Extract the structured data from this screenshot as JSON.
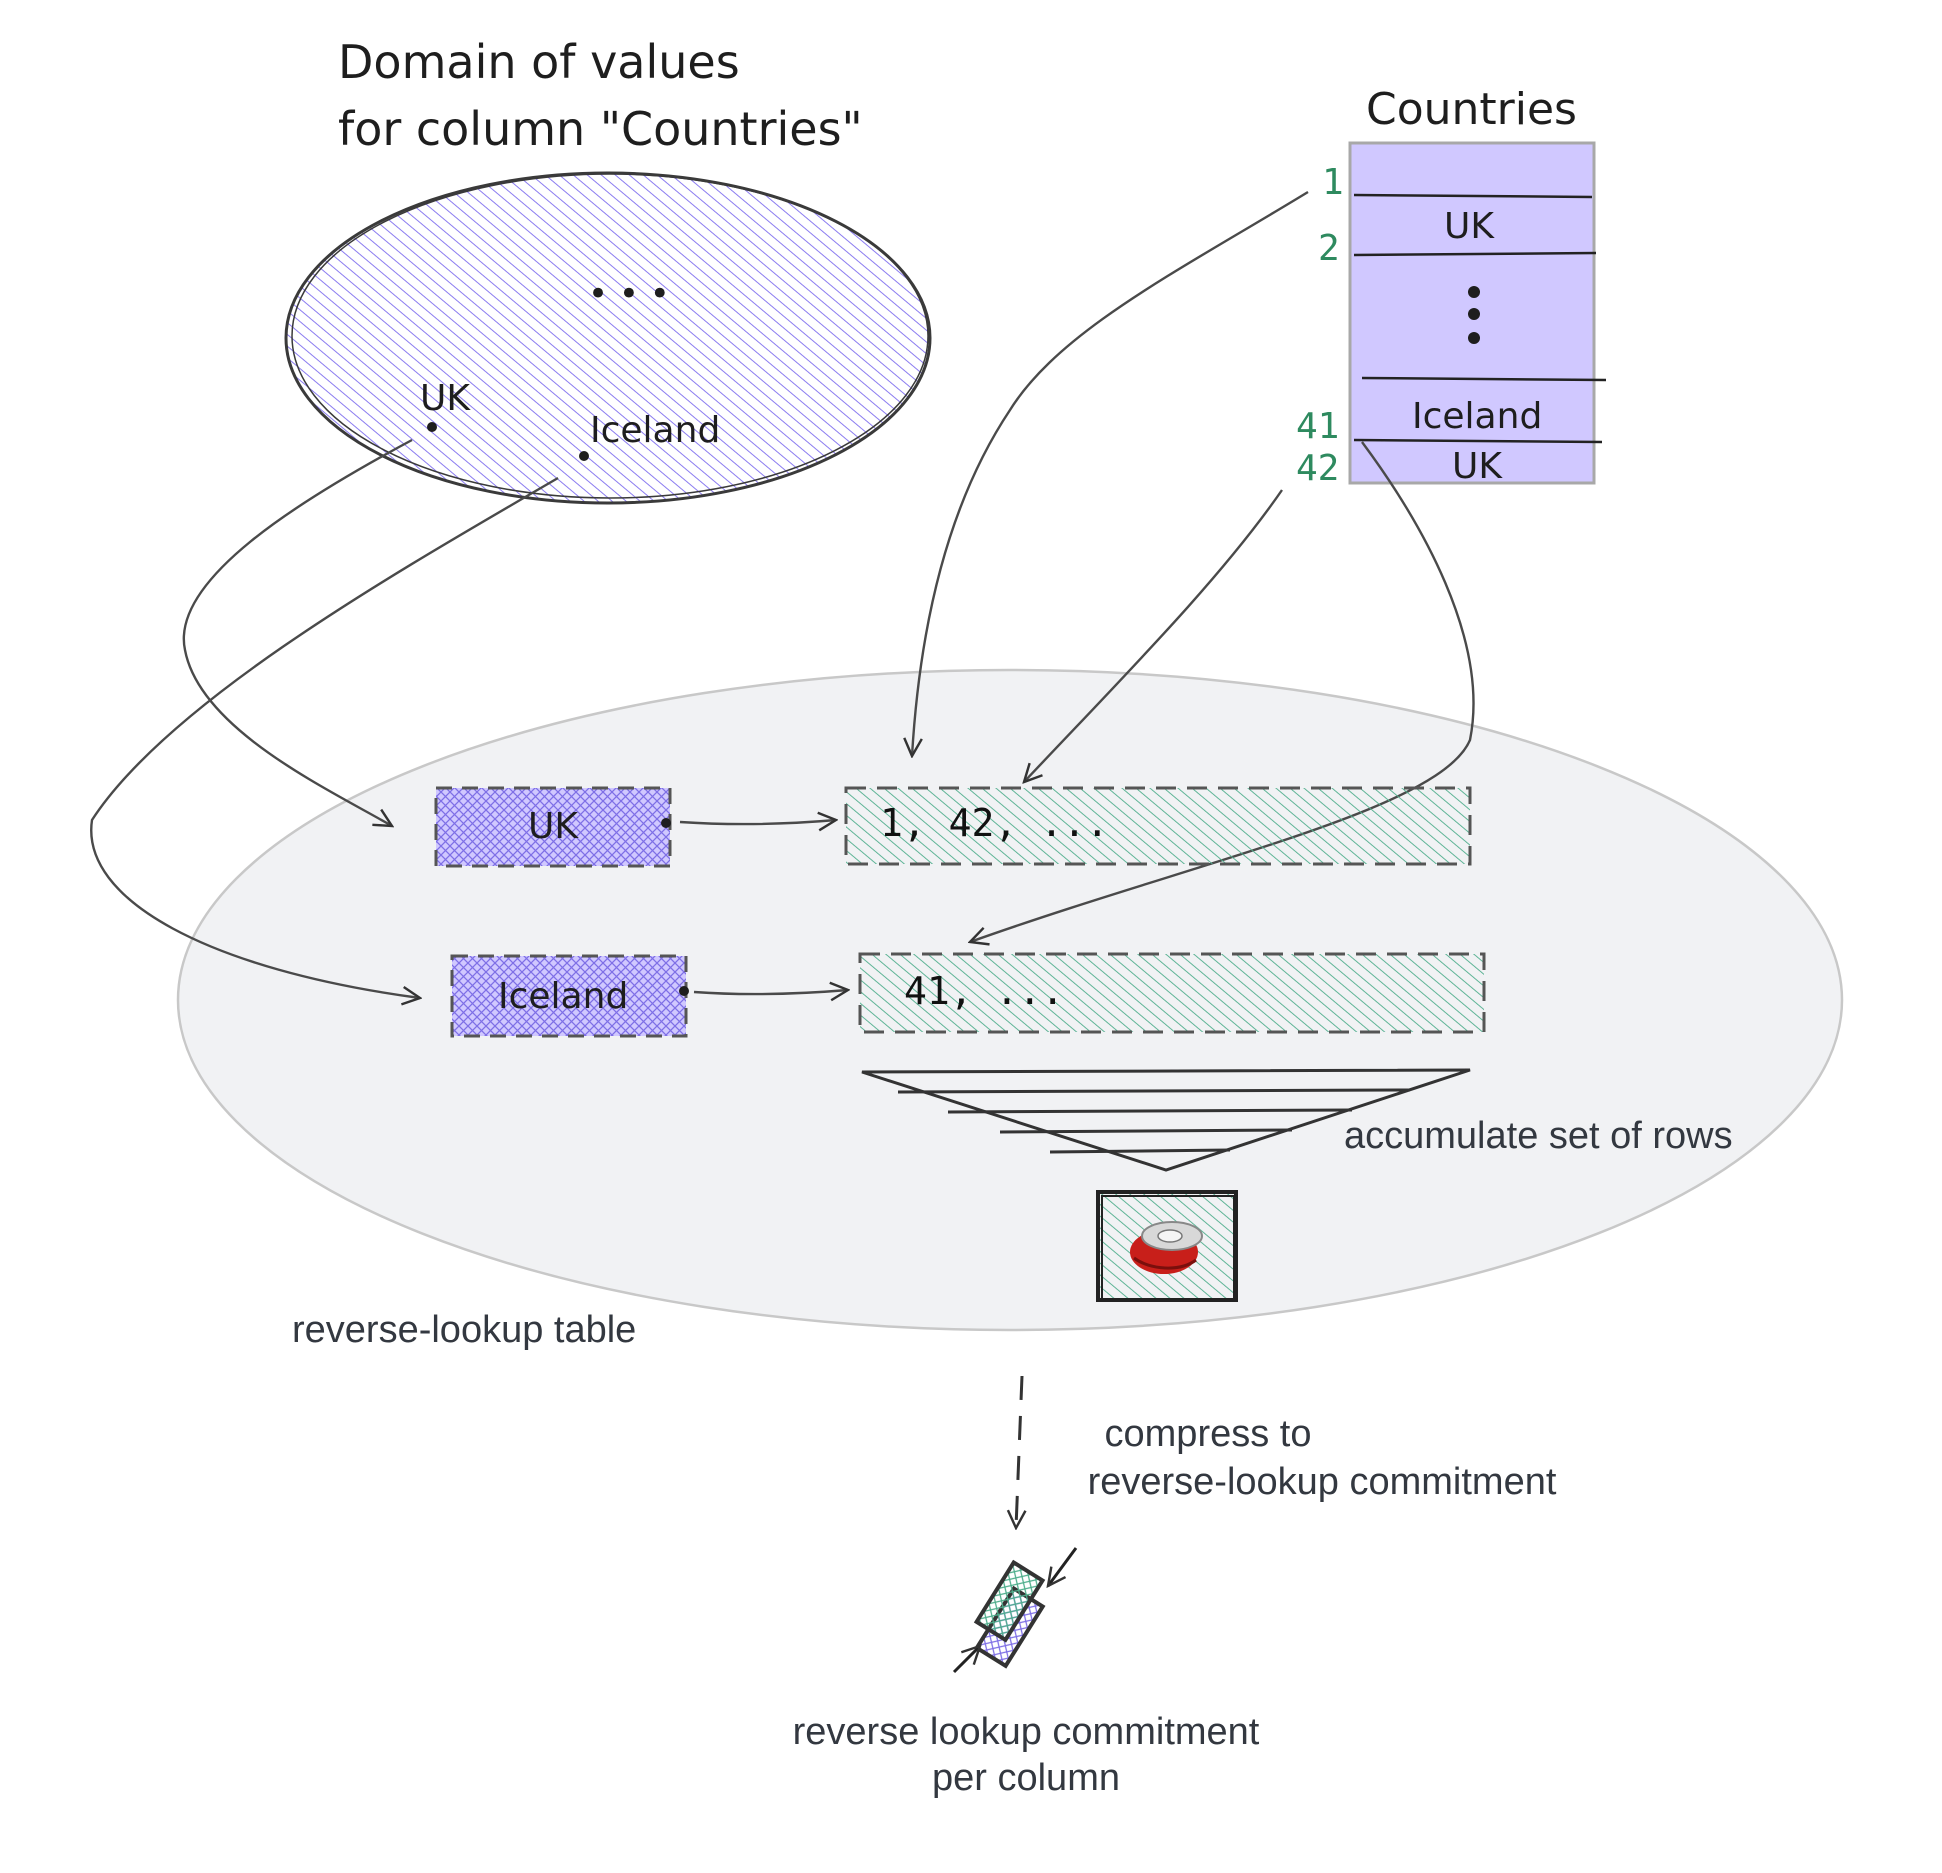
{
  "domain_title": {
    "line1": "Domain of values",
    "line2": "for column \"Countries\""
  },
  "domain_items": {
    "ellipsis": "• • •",
    "uk": "UK",
    "iceland": "Iceland"
  },
  "countries_table": {
    "title": "Countries",
    "row_numbers": [
      "1",
      "2",
      "41",
      "42"
    ],
    "rows": [
      "UK",
      "Iceland",
      "UK"
    ]
  },
  "lookup": {
    "keys": [
      "UK",
      "Iceland"
    ],
    "row_sets": [
      "1, 42,  ...",
      "41,  ..."
    ],
    "accumulate_label": "accumulate set of rows",
    "table_label": "reverse-lookup table"
  },
  "compress_label": {
    "line1": "compress to",
    "line2": "reverse-lookup commitment"
  },
  "commitment_label": {
    "line1": "reverse lookup commitment",
    "line2": "per column"
  },
  "colors": {
    "purple": "#d0c8ff",
    "purple_hatch": "#8b7cf0",
    "green_hatch": "#4fae8c",
    "table_bg": "#f1f2f4",
    "row_number": "#2e8a5f"
  }
}
